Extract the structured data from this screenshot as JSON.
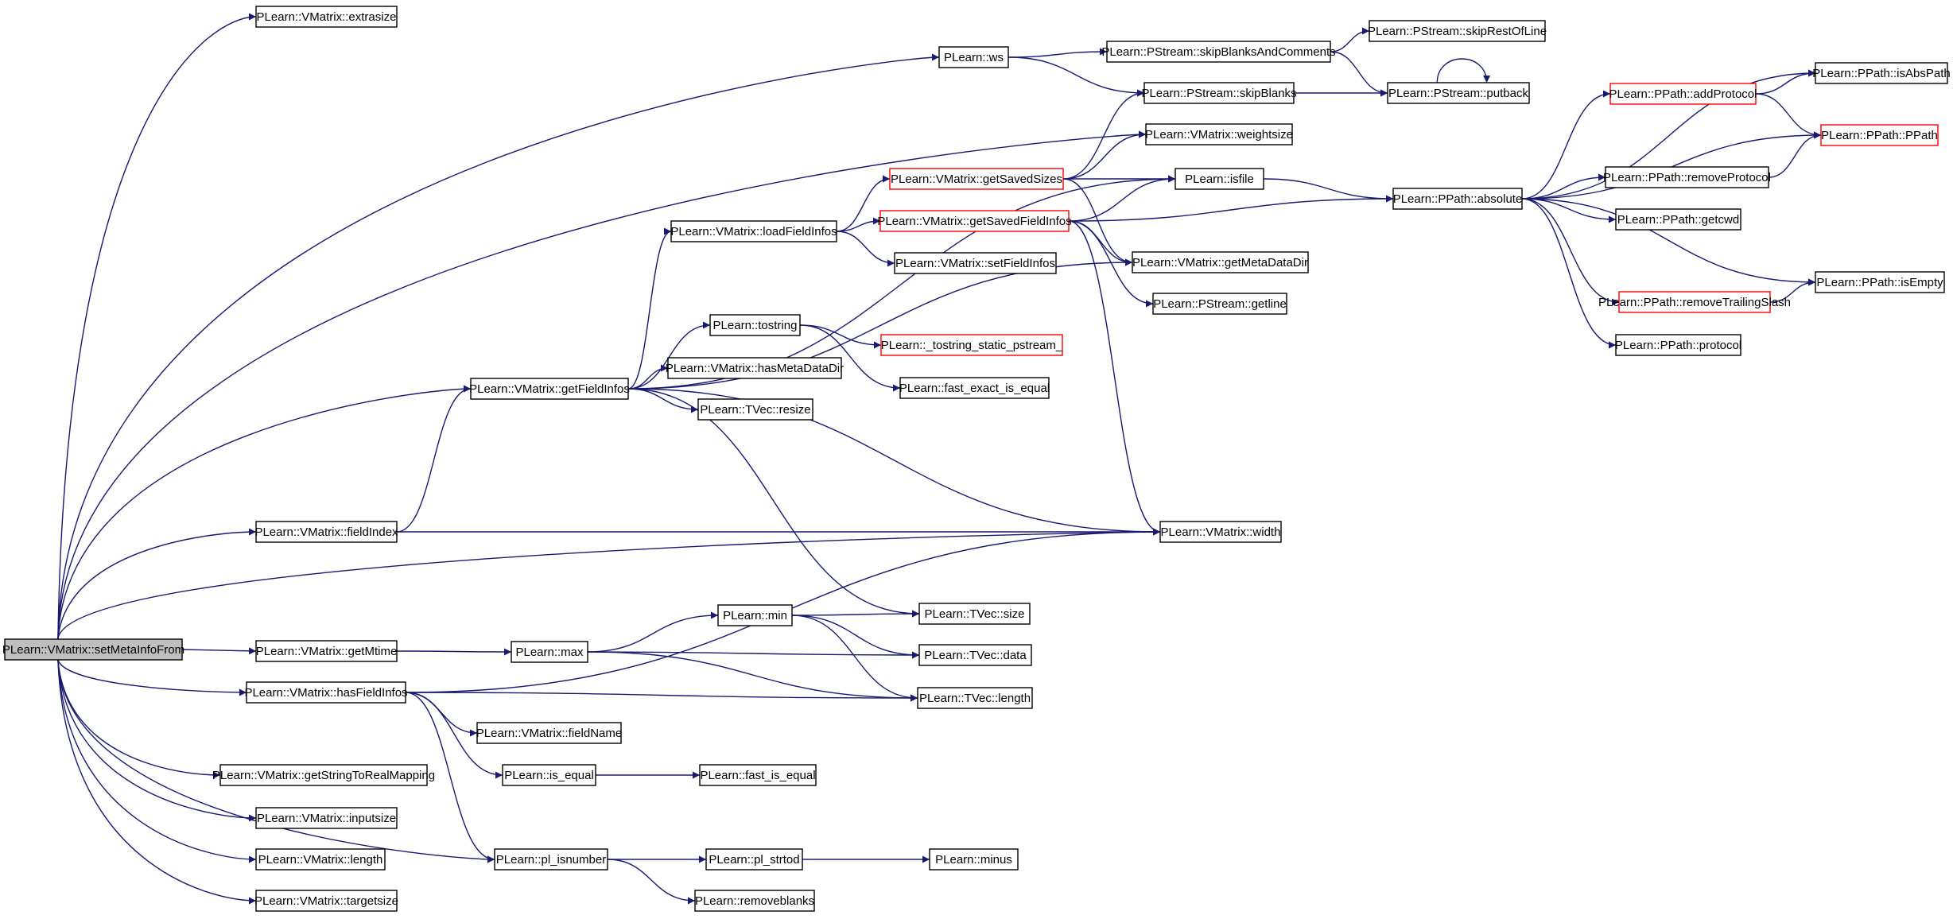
{
  "colors": {
    "edge": "#191970",
    "border_normal": "#000000",
    "border_truncated": "#ff0000",
    "root_fill": "#bfbfbf",
    "node_fill": "#ffffff"
  },
  "nodes": [
    {
      "id": "setMetaInfoFrom",
      "label": "PLearn::VMatrix::setMetaInfoFrom",
      "style": "root"
    },
    {
      "id": "extrasize",
      "label": "PLearn::VMatrix::extrasize",
      "style": "normal"
    },
    {
      "id": "ws",
      "label": "PLearn::ws",
      "style": "normal"
    },
    {
      "id": "skipBlanksAndComments",
      "label": "PLearn::PStream::skipBlanksAndComments",
      "style": "normal"
    },
    {
      "id": "skipRestOfLine",
      "label": "PLearn::PStream::skipRestOfLine",
      "style": "normal"
    },
    {
      "id": "skipBlanks",
      "label": "PLearn::PStream::skipBlanks",
      "style": "normal"
    },
    {
      "id": "putback",
      "label": "PLearn::PStream::putback",
      "style": "normal"
    },
    {
      "id": "weightsize",
      "label": "PLearn::VMatrix::weightsize",
      "style": "normal"
    },
    {
      "id": "getSavedSizes",
      "label": "PLearn::VMatrix::getSavedSizes",
      "style": "truncated"
    },
    {
      "id": "isfile",
      "label": "PLearn::isfile",
      "style": "normal"
    },
    {
      "id": "loadFieldInfos",
      "label": "PLearn::VMatrix::loadFieldInfos",
      "style": "normal"
    },
    {
      "id": "getSavedFieldInfos",
      "label": "PLearn::VMatrix::getSavedFieldInfos",
      "style": "truncated"
    },
    {
      "id": "getMetaDataDir",
      "label": "PLearn::VMatrix::getMetaDataDir",
      "style": "normal"
    },
    {
      "id": "setFieldInfos",
      "label": "PLearn::VMatrix::setFieldInfos",
      "style": "normal"
    },
    {
      "id": "getline",
      "label": "PLearn::PStream::getline",
      "style": "normal"
    },
    {
      "id": "tostring",
      "label": "PLearn::tostring",
      "style": "normal"
    },
    {
      "id": "tostringStatic",
      "label": "PLearn::_tostring_static_pstream_",
      "style": "truncated"
    },
    {
      "id": "hasMetaDataDir",
      "label": "PLearn::VMatrix::hasMetaDataDir",
      "style": "normal"
    },
    {
      "id": "fastExactIsEqual",
      "label": "PLearn::fast_exact_is_equal",
      "style": "normal"
    },
    {
      "id": "getFieldInfos",
      "label": "PLearn::VMatrix::getFieldInfos",
      "style": "normal"
    },
    {
      "id": "resize",
      "label": "PLearn::TVec::resize",
      "style": "normal"
    },
    {
      "id": "fieldIndex",
      "label": "PLearn::VMatrix::fieldIndex",
      "style": "normal"
    },
    {
      "id": "width",
      "label": "PLearn::VMatrix::width",
      "style": "normal"
    },
    {
      "id": "getMtime",
      "label": "PLearn::VMatrix::getMtime",
      "style": "normal"
    },
    {
      "id": "max",
      "label": "PLearn::max",
      "style": "normal"
    },
    {
      "id": "min",
      "label": "PLearn::min",
      "style": "normal"
    },
    {
      "id": "size",
      "label": "PLearn::TVec::size",
      "style": "normal"
    },
    {
      "id": "data",
      "label": "PLearn::TVec::data",
      "style": "normal"
    },
    {
      "id": "length",
      "label": "PLearn::TVec::length",
      "style": "normal"
    },
    {
      "id": "hasFieldInfos",
      "label": "PLearn::VMatrix::hasFieldInfos",
      "style": "normal"
    },
    {
      "id": "fieldName",
      "label": "PLearn::VMatrix::fieldName",
      "style": "normal"
    },
    {
      "id": "isEqual",
      "label": "PLearn::is_equal",
      "style": "normal"
    },
    {
      "id": "fastIsEqual",
      "label": "PLearn::fast_is_equal",
      "style": "normal"
    },
    {
      "id": "getStringToRealMapping",
      "label": "PLearn::VMatrix::getStringToRealMapping",
      "style": "normal"
    },
    {
      "id": "inputsize",
      "label": "PLearn::VMatrix::inputsize",
      "style": "normal"
    },
    {
      "id": "vmLength",
      "label": "PLearn::VMatrix::length",
      "style": "normal"
    },
    {
      "id": "targetsize",
      "label": "PLearn::VMatrix::targetsize",
      "style": "normal"
    },
    {
      "id": "plIsnumber",
      "label": "PLearn::pl_isnumber",
      "style": "normal"
    },
    {
      "id": "plStrtod",
      "label": "PLearn::pl_strtod",
      "style": "normal"
    },
    {
      "id": "minus",
      "label": "PLearn::minus",
      "style": "normal"
    },
    {
      "id": "removeblanks",
      "label": "PLearn::removeblanks",
      "style": "normal"
    },
    {
      "id": "absolute",
      "label": "PLearn::PPath::absolute",
      "style": "normal"
    },
    {
      "id": "addProtocol",
      "label": "PLearn::PPath::addProtocol",
      "style": "truncated"
    },
    {
      "id": "isAbsPath",
      "label": "PLearn::PPath::isAbsPath",
      "style": "normal"
    },
    {
      "id": "ppath",
      "label": "PLearn::PPath::PPath",
      "style": "truncated"
    },
    {
      "id": "removeProtocol",
      "label": "PLearn::PPath::removeProtocol",
      "style": "normal"
    },
    {
      "id": "getcwd",
      "label": "PLearn::PPath::getcwd",
      "style": "normal"
    },
    {
      "id": "isEmpty",
      "label": "PLearn::PPath::isEmpty",
      "style": "normal"
    },
    {
      "id": "removeTrailingSlash",
      "label": "PLearn::PPath::removeTrailingSlash",
      "style": "truncated"
    },
    {
      "id": "protocol",
      "label": "PLearn::PPath::protocol",
      "style": "normal"
    }
  ],
  "edges": [
    [
      "setMetaInfoFrom",
      "extrasize"
    ],
    [
      "setMetaInfoFrom",
      "ws"
    ],
    [
      "setMetaInfoFrom",
      "weightsize"
    ],
    [
      "setMetaInfoFrom",
      "getFieldInfos"
    ],
    [
      "setMetaInfoFrom",
      "fieldIndex"
    ],
    [
      "setMetaInfoFrom",
      "width"
    ],
    [
      "setMetaInfoFrom",
      "getMtime"
    ],
    [
      "setMetaInfoFrom",
      "hasFieldInfos"
    ],
    [
      "setMetaInfoFrom",
      "getStringToRealMapping"
    ],
    [
      "setMetaInfoFrom",
      "inputsize"
    ],
    [
      "setMetaInfoFrom",
      "vmLength"
    ],
    [
      "setMetaInfoFrom",
      "targetsize"
    ],
    [
      "setMetaInfoFrom",
      "plIsnumber"
    ],
    [
      "ws",
      "skipBlanksAndComments"
    ],
    [
      "ws",
      "skipBlanks"
    ],
    [
      "skipBlanksAndComments",
      "skipRestOfLine"
    ],
    [
      "skipBlanksAndComments",
      "putback"
    ],
    [
      "skipBlanks",
      "putback"
    ],
    [
      "putback",
      "putback"
    ],
    [
      "getSavedSizes",
      "skipBlanks"
    ],
    [
      "getSavedSizes",
      "weightsize"
    ],
    [
      "getSavedSizes",
      "isfile"
    ],
    [
      "getSavedSizes",
      "getMetaDataDir"
    ],
    [
      "isfile",
      "absolute"
    ],
    [
      "loadFieldInfos",
      "getSavedSizes"
    ],
    [
      "loadFieldInfos",
      "getSavedFieldInfos"
    ],
    [
      "loadFieldInfos",
      "setFieldInfos"
    ],
    [
      "getSavedFieldInfos",
      "isfile"
    ],
    [
      "getSavedFieldInfos",
      "absolute"
    ],
    [
      "getSavedFieldInfos",
      "getMetaDataDir"
    ],
    [
      "getSavedFieldInfos",
      "getline"
    ],
    [
      "getSavedFieldInfos",
      "width"
    ],
    [
      "tostring",
      "tostringStatic"
    ],
    [
      "tostring",
      "fastExactIsEqual"
    ],
    [
      "getFieldInfos",
      "isfile"
    ],
    [
      "getFieldInfos",
      "loadFieldInfos"
    ],
    [
      "getFieldInfos",
      "getMetaDataDir"
    ],
    [
      "getFieldInfos",
      "tostring"
    ],
    [
      "getFieldInfos",
      "hasMetaDataDir"
    ],
    [
      "getFieldInfos",
      "resize"
    ],
    [
      "getFieldInfos",
      "width"
    ],
    [
      "getFieldInfos",
      "size"
    ],
    [
      "fieldIndex",
      "getFieldInfos"
    ],
    [
      "fieldIndex",
      "width"
    ],
    [
      "getMtime",
      "max"
    ],
    [
      "max",
      "min"
    ],
    [
      "max",
      "data"
    ],
    [
      "max",
      "length"
    ],
    [
      "min",
      "size"
    ],
    [
      "min",
      "data"
    ],
    [
      "min",
      "length"
    ],
    [
      "hasFieldInfos",
      "length"
    ],
    [
      "hasFieldInfos",
      "fieldName"
    ],
    [
      "hasFieldInfos",
      "isEqual"
    ],
    [
      "hasFieldInfos",
      "width"
    ],
    [
      "hasFieldInfos",
      "plIsnumber"
    ],
    [
      "isEqual",
      "fastIsEqual"
    ],
    [
      "plIsnumber",
      "plStrtod"
    ],
    [
      "plIsnumber",
      "removeblanks"
    ],
    [
      "plStrtod",
      "minus"
    ],
    [
      "absolute",
      "addProtocol"
    ],
    [
      "absolute",
      "isAbsPath"
    ],
    [
      "absolute",
      "ppath"
    ],
    [
      "absolute",
      "removeProtocol"
    ],
    [
      "absolute",
      "getcwd"
    ],
    [
      "absolute",
      "isEmpty"
    ],
    [
      "absolute",
      "removeTrailingSlash"
    ],
    [
      "absolute",
      "protocol"
    ],
    [
      "addProtocol",
      "isAbsPath"
    ],
    [
      "addProtocol",
      "ppath"
    ],
    [
      "removeProtocol",
      "ppath"
    ],
    [
      "removeTrailingSlash",
      "isEmpty"
    ]
  ]
}
